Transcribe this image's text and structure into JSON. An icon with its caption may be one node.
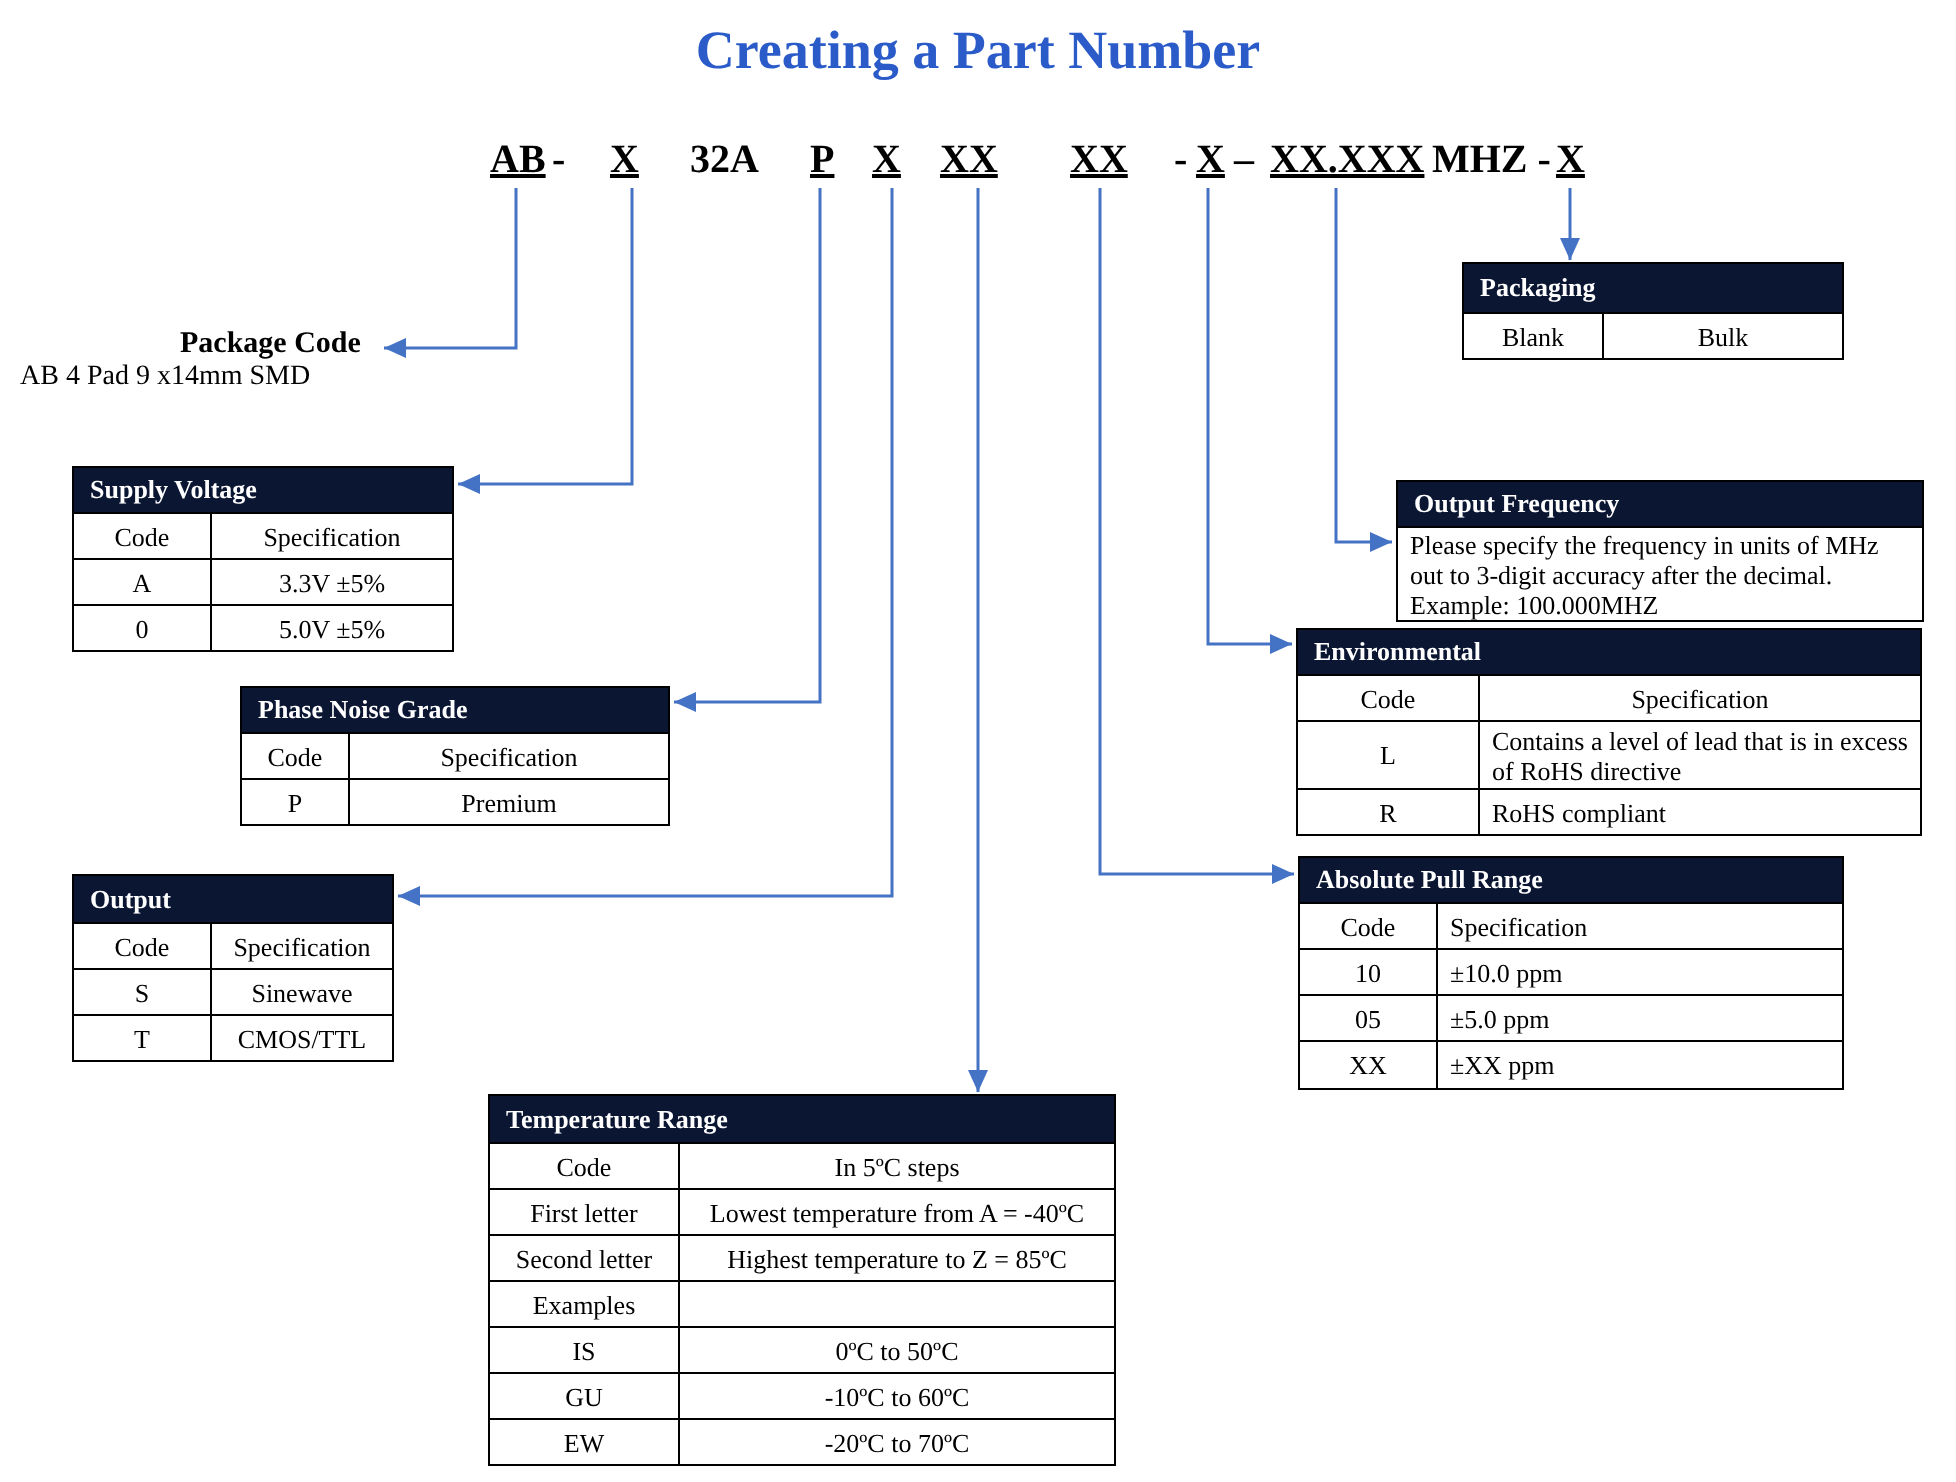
{
  "diagram": {
    "title": "Creating a Part Number",
    "nodes": [
      {
        "text": [
          "AB"
        ]
      },
      {
        "text": [
          "X"
        ]
      },
      {
        "text": [
          "P"
        ]
      },
      {
        "text": [
          "X"
        ]
      },
      {
        "text": [
          "XX"
        ]
      },
      {
        "text": [
          "XX"
        ]
      },
      {
        "text": [
          "X"
        ]
      },
      {
        "text": [
          "XX.XXX"
        ]
      },
      {
        "text": [
          "X"
        ]
      },
      {
        "text": [
          "Packaging",
          "Blank",
          "Bulk"
        ]
      },
      {
        "text": [
          "Package Code",
          "AB 4 Pad 9 x14mm SMD"
        ]
      },
      {
        "text": [
          "Supply Voltage",
          "Code",
          "Specification",
          "A",
          "3.3V ±5%",
          "0",
          "5.0V ±5%"
        ]
      },
      {
        "text": [
          "Output Frequency",
          "Please specify the frequency in units of MHz out to 3-digit accuracy after the decimal. Example: 100.000MHZ"
        ]
      },
      {
        "text": [
          "Environmental",
          "Code",
          "Specification",
          "L",
          "Contains a level of lead that is in excess of RoHS directive",
          "R",
          "RoHS compliant"
        ]
      },
      {
        "text": [
          "Phase Noise Grade",
          "Code",
          "Specification",
          "P",
          "Premium"
        ]
      },
      {
        "text": [
          "Absolute Pull Range",
          "Code",
          "Specification",
          "10",
          "±10.0 ppm",
          "05",
          "±5.0 ppm",
          "XX",
          "±XX ppm"
        ]
      },
      {
        "text": [
          "Output",
          "Code",
          "Specification",
          "S",
          "Sinewave",
          "T",
          "CMOS/TTL"
        ]
      },
      {
        "text": [
          "Temperature Range",
          "Code",
          "In 5ºC steps",
          "First letter",
          "Lowest temperature from A = -40ºC",
          "Second  letter",
          "Highest temperature to Z = 85ºC",
          "Examples",
          "IS",
          "0ºC to 50ºC",
          "GU",
          "-10ºC to 60ºC",
          "EW",
          "-20ºC to 70ºC"
        ]
      }
    ],
    "edges": [
      {
        "from": 0,
        "to": 10,
        "arrow": "to"
      },
      {
        "from": 1,
        "to": 11,
        "arrow": "to"
      },
      {
        "from": 2,
        "to": 14,
        "arrow": "to"
      },
      {
        "from": 3,
        "to": 16,
        "arrow": "to"
      },
      {
        "from": 4,
        "to": 17,
        "arrow": "to"
      },
      {
        "from": 5,
        "to": 15,
        "arrow": "to"
      },
      {
        "from": 6,
        "to": 13,
        "arrow": "to"
      },
      {
        "from": 7,
        "to": 12,
        "arrow": "to"
      },
      {
        "from": 8,
        "to": 9,
        "arrow": "to"
      }
    ],
    "labels": [
      "-",
      "32A",
      "-",
      "–",
      "MHZ -"
    ]
  }
}
